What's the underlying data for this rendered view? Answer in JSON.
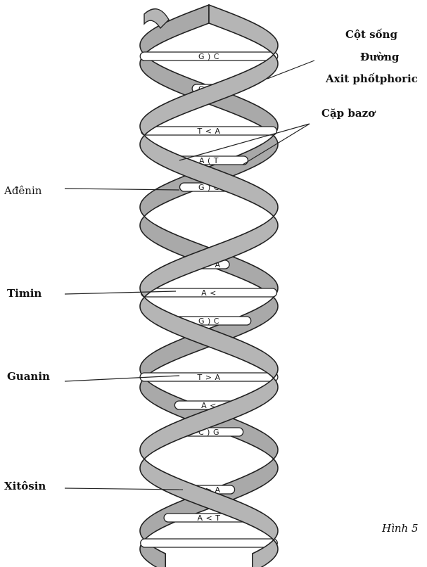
{
  "labels": {
    "cot_song": "Cột sống",
    "duong": "Đường",
    "axit": "Axit phốtphoric",
    "cap_bazo": "Cặp bazơ",
    "adenin": "Ađênin",
    "timin": "Timin",
    "guanin": "Guanin",
    "xitosin": "Xitôsin"
  },
  "caption": "Hình 5",
  "base_pairs": [
    "G ) C",
    "G ) C",
    "T < A",
    "A ( T",
    "G ) C",
    "T > A",
    "A <",
    "G ) C",
    "T > A",
    "A <",
    "C ) G",
    "T > A",
    "A < T"
  ],
  "colors": {
    "strand": "#b5b5b5",
    "outline": "#222222",
    "rung": "#ffffff"
  }
}
